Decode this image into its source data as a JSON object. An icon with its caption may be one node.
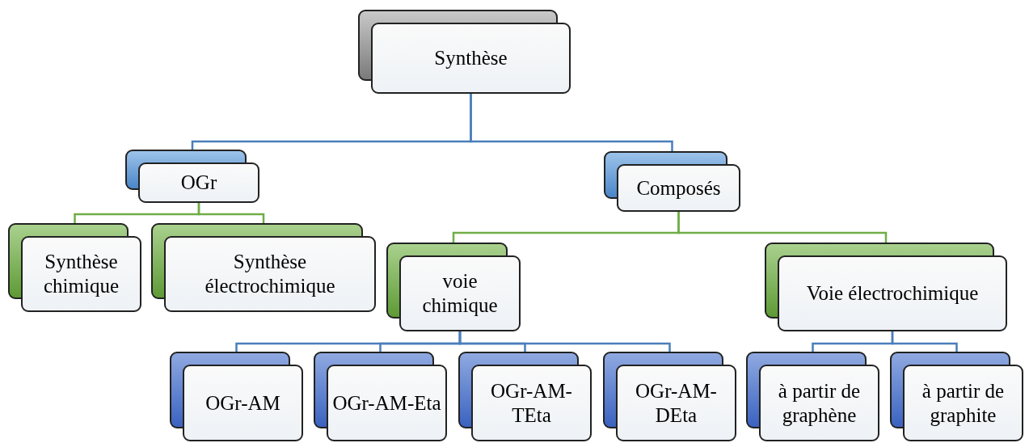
{
  "diagram": {
    "nodes": [
      {
        "text": [
          "Synthèse"
        ]
      },
      {
        "text": [
          "OGr"
        ]
      },
      {
        "text": [
          "Composés"
        ]
      },
      {
        "text": [
          "Synthèse chimique"
        ]
      },
      {
        "text": [
          "Synthèse électrochimique"
        ]
      },
      {
        "text": [
          "voie chimique"
        ]
      },
      {
        "text": [
          "Voie électrochimique"
        ]
      },
      {
        "text": [
          "OGr-AM"
        ]
      },
      {
        "text": [
          "OGr-AM-Eta"
        ]
      },
      {
        "text": [
          "OGr-AM-TEta"
        ]
      },
      {
        "text": [
          "OGr-AM-DEta"
        ]
      },
      {
        "text": [
          "à partir de graphène"
        ]
      },
      {
        "text": [
          "à partir de graphite"
        ]
      }
    ],
    "edges": [
      {
        "from": 0,
        "to": 1,
        "arrow": "none"
      },
      {
        "from": 0,
        "to": 2,
        "arrow": "none"
      },
      {
        "from": 1,
        "to": 3,
        "arrow": "none",
        "color": "#70ad47"
      },
      {
        "from": 1,
        "to": 4,
        "arrow": "none",
        "color": "#70ad47"
      },
      {
        "from": 2,
        "to": 5,
        "arrow": "none",
        "color": "#70ad47"
      },
      {
        "from": 2,
        "to": 6,
        "arrow": "none",
        "color": "#70ad47"
      },
      {
        "from": 5,
        "to": 7,
        "arrow": "none"
      },
      {
        "from": 5,
        "to": 8,
        "arrow": "none"
      },
      {
        "from": 5,
        "to": 9,
        "arrow": "none"
      },
      {
        "from": 5,
        "to": 10,
        "arrow": "none"
      },
      {
        "from": 6,
        "to": 11,
        "arrow": "none"
      },
      {
        "from": 6,
        "to": 12,
        "arrow": "none"
      }
    ]
  }
}
